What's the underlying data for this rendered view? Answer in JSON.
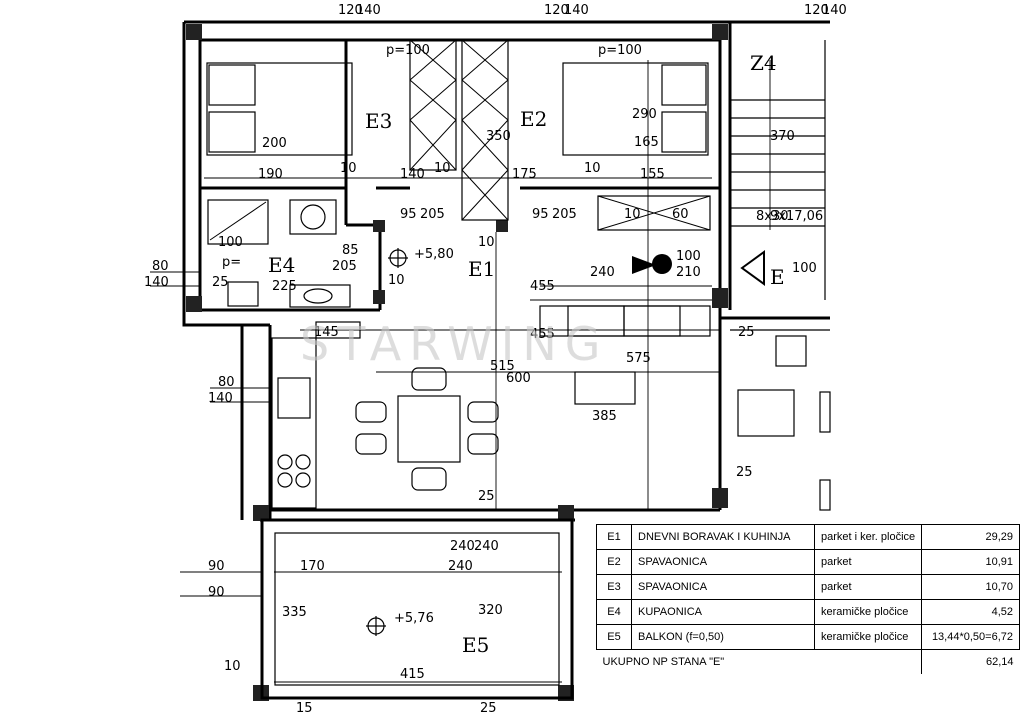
{
  "rooms": {
    "e1": "E1",
    "e2": "E2",
    "e3": "E3",
    "e4": "E4",
    "e5": "E5",
    "z4": "Z4",
    "e_marker": "E"
  },
  "dims": {
    "top_a": "120",
    "top_b": "140",
    "top_c": "120",
    "top_d": "140",
    "top_e": "120",
    "top_f": "140",
    "p_left": "p=100",
    "p_right": "p=100",
    "bed_left_w": "200",
    "bed_right_h": "290",
    "bed_right_w": "165",
    "wardrobe_h": "350",
    "row_190": "190",
    "row_10a": "10",
    "row_140": "140",
    "row_10b": "10",
    "row_175": "175",
    "row_10c": "10",
    "row_155": "155",
    "door_95a": "95",
    "door_205a": "205",
    "door_95b": "95",
    "door_205b": "205",
    "v10": "10",
    "shaft_10": "10",
    "shaft_60": "60",
    "d85": "85",
    "d205": "205",
    "level_1": "+5,80",
    "d10": "10",
    "d240": "240",
    "d100": "100",
    "d210": "210",
    "d80a": "80",
    "d140a": "140",
    "d25a": "25",
    "d225": "225",
    "d100_p": "100",
    "d100_b": "p=",
    "d455a": "455",
    "d455b": "455",
    "d145": "145",
    "d25b": "25",
    "d80b": "80",
    "d140b": "140",
    "d515": "515",
    "d600": "600",
    "d575": "575",
    "d385": "385",
    "d25c": "25",
    "d25d": "25",
    "d240a": "240",
    "d240b": "240",
    "d90a": "90",
    "d90b": "90",
    "d170": "170",
    "d240c": "240",
    "d335": "335",
    "d320": "320",
    "level_2": "+5,76",
    "d10b": "10",
    "d415": "415",
    "d15": "15",
    "d25e": "25",
    "stair_370": "370",
    "stair_8x30": "8x30",
    "stair_9x17": "9x17,06",
    "d100c": "100"
  },
  "watermark": "STARWING",
  "legend": {
    "rows": [
      {
        "code": "E1",
        "name": "DNEVNI BORAVAK I KUHINJA",
        "floor": "parket i ker. pločice",
        "area": "29,29"
      },
      {
        "code": "E2",
        "name": "SPAVAONICA",
        "floor": "parket",
        "area": "10,91"
      },
      {
        "code": "E3",
        "name": "SPAVAONICA",
        "floor": "parket",
        "area": "10,70"
      },
      {
        "code": "E4",
        "name": "KUPAONICA",
        "floor": "keramičke pločice",
        "area": "4,52"
      },
      {
        "code": "E5",
        "name": "BALKON (f=0,50)",
        "floor": "keramičke pločice",
        "area": "13,44*0,50=6,72"
      }
    ],
    "total_label": "UKUPNO NP STANA \"E\"",
    "total_value": "62,14"
  }
}
